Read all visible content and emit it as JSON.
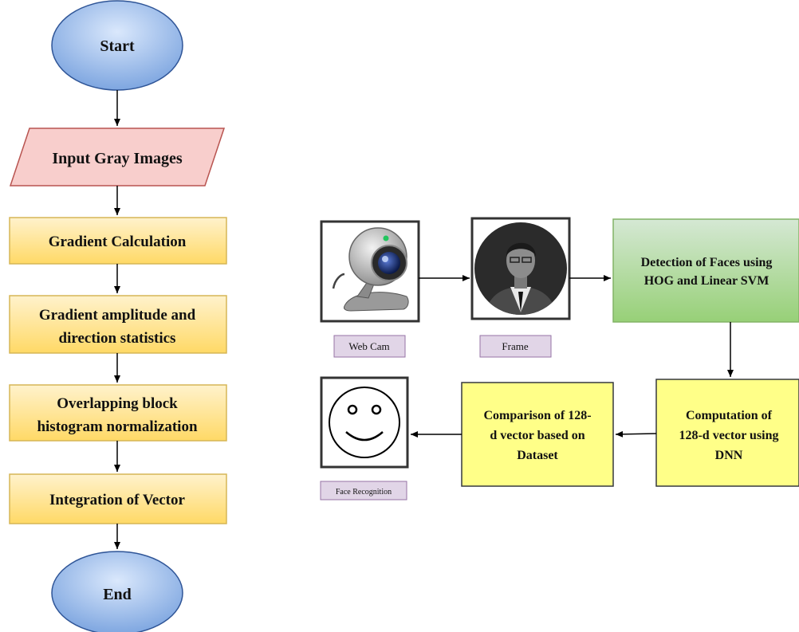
{
  "flowchart": {
    "start": "Start",
    "input": "Input Gray Images",
    "gradient_calc": "Gradient Calculation",
    "gradient_stats": [
      "Gradient amplitude and",
      "direction statistics"
    ],
    "block_norm": [
      "Overlapping block",
      "histogram normalization"
    ],
    "integration": "Integration of Vector",
    "end": "End"
  },
  "pipeline": {
    "webcam_label": "Web Cam",
    "frame_label": "Frame",
    "detection": [
      "Detection of Faces using",
      "HOG and Linear SVM"
    ],
    "computation": [
      "Computation of",
      "128-d vector using",
      "DNN"
    ],
    "comparison": [
      "Comparison of 128-",
      "d vector based on",
      "Dataset"
    ],
    "face_label": "Face Recognition"
  },
  "icons": {
    "webcam": "webcam-icon",
    "frame": "person-silhouette-icon",
    "face": "smiley-face-icon"
  },
  "colors": {
    "ellipse_fill": "#7ea6e0",
    "parallelogram_fill": "#f8cecc",
    "process_fill": "#ffd966",
    "detection_fill": "#8fce6a",
    "yellow_fill": "#ffff88",
    "label_fill": "#e1d5e7"
  }
}
